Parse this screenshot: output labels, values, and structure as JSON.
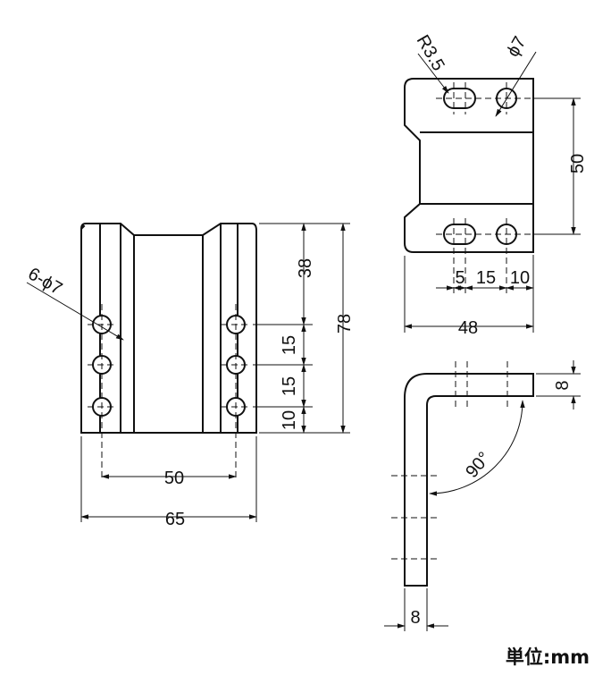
{
  "drawing": {
    "callouts": {
      "holes_front": "6-ϕ7",
      "slot_radius": "R3.5",
      "hole_dia_top": "ϕ7"
    },
    "front_view": {
      "dim_38": "38",
      "dim_78": "78",
      "dim_15_a": "15",
      "dim_15_b": "15",
      "dim_10": "10",
      "dim_50": "50",
      "dim_65": "65"
    },
    "top_view": {
      "dim_50": "50",
      "dim_5": "5",
      "dim_15": "15",
      "dim_10": "10",
      "dim_48": "48"
    },
    "side_view": {
      "dim_thickness_top": "8",
      "dim_thickness_bottom": "8",
      "angle": "90°"
    },
    "unit_label": "単位:mm"
  }
}
